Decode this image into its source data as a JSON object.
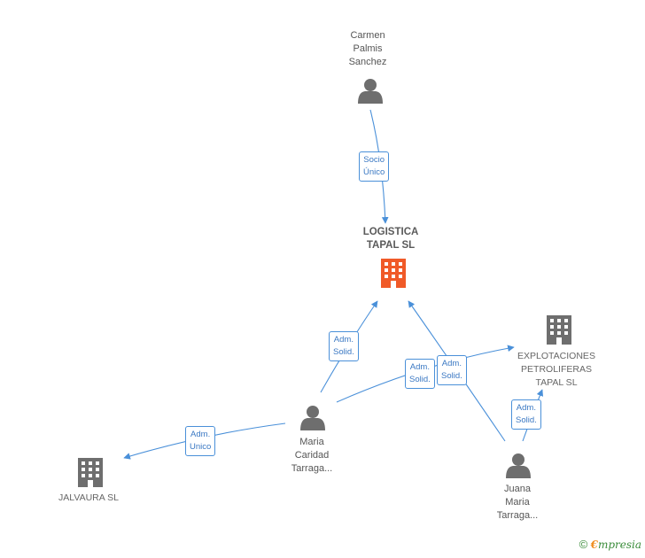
{
  "nodes": {
    "carmen": {
      "name": "Carmen\nPalmis\nSanchez",
      "kind": "person"
    },
    "logistica": {
      "name": "LOGISTICA\nTAPAL SL",
      "kind": "company-main"
    },
    "explotaciones": {
      "name": "EXPLOTACIONES\nPETROLIFERAS\nTAPAL SL",
      "kind": "company"
    },
    "maria": {
      "name": "Maria\nCaridad\nTarraga...",
      "kind": "person"
    },
    "juana": {
      "name": "Juana\nMaria\nTarraga...",
      "kind": "person"
    },
    "jalvaura": {
      "name": "JALVAURA SL",
      "kind": "company"
    }
  },
  "edges": {
    "socio_unico": {
      "label": "Socio\nÚnico"
    },
    "maria_logistica": {
      "label": "Adm.\nSolid."
    },
    "maria_explotaciones": {
      "label": "Adm.\nSolid."
    },
    "juana_logistica": {
      "label": "Adm.\nSolid."
    },
    "juana_explotaciones": {
      "label": "Adm.\nSolid."
    },
    "maria_jalvaura": {
      "label": "Adm.\nUnico"
    }
  },
  "colors": {
    "edge": "#4a90d9",
    "icon": "#6e6e6e",
    "main_company": "#f05a28"
  },
  "brand": {
    "symbol": "©",
    "e": "€",
    "rest": "mpresia"
  }
}
